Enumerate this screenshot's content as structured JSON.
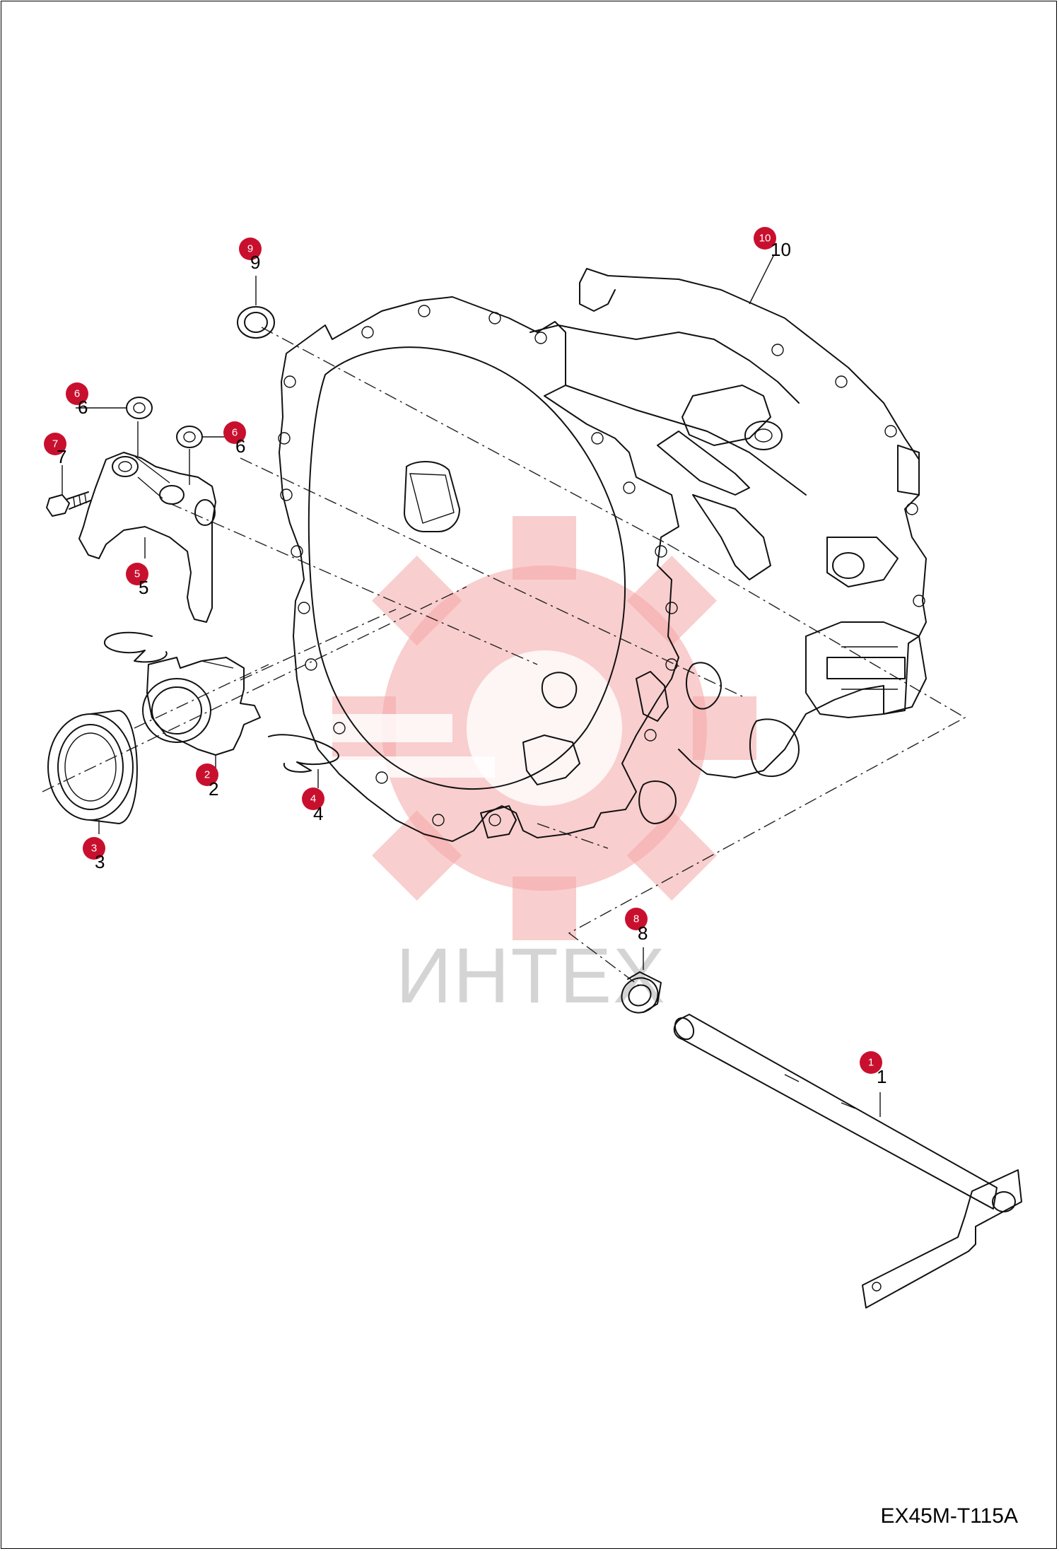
{
  "drawing_code": "EX45M-T115A",
  "watermark_text": "ИНТЕХ",
  "colors": {
    "badge": "#c8102e",
    "watermark": "#f4a6a6",
    "line": "#111111"
  },
  "callouts": [
    {
      "id": "9",
      "badge": "9",
      "label": "9"
    },
    {
      "id": "10",
      "badge": "10",
      "label": "10"
    },
    {
      "id": "6a",
      "badge": "6",
      "label": "6"
    },
    {
      "id": "6b",
      "badge": "6",
      "label": "6"
    },
    {
      "id": "7",
      "badge": "7",
      "label": "7"
    },
    {
      "id": "5",
      "badge": "5",
      "label": "5"
    },
    {
      "id": "2",
      "badge": "2",
      "label": "2"
    },
    {
      "id": "4",
      "badge": "4",
      "label": "4"
    },
    {
      "id": "3",
      "badge": "3",
      "label": "3"
    },
    {
      "id": "8",
      "badge": "8",
      "label": "8"
    },
    {
      "id": "1",
      "badge": "1",
      "label": "1"
    }
  ]
}
